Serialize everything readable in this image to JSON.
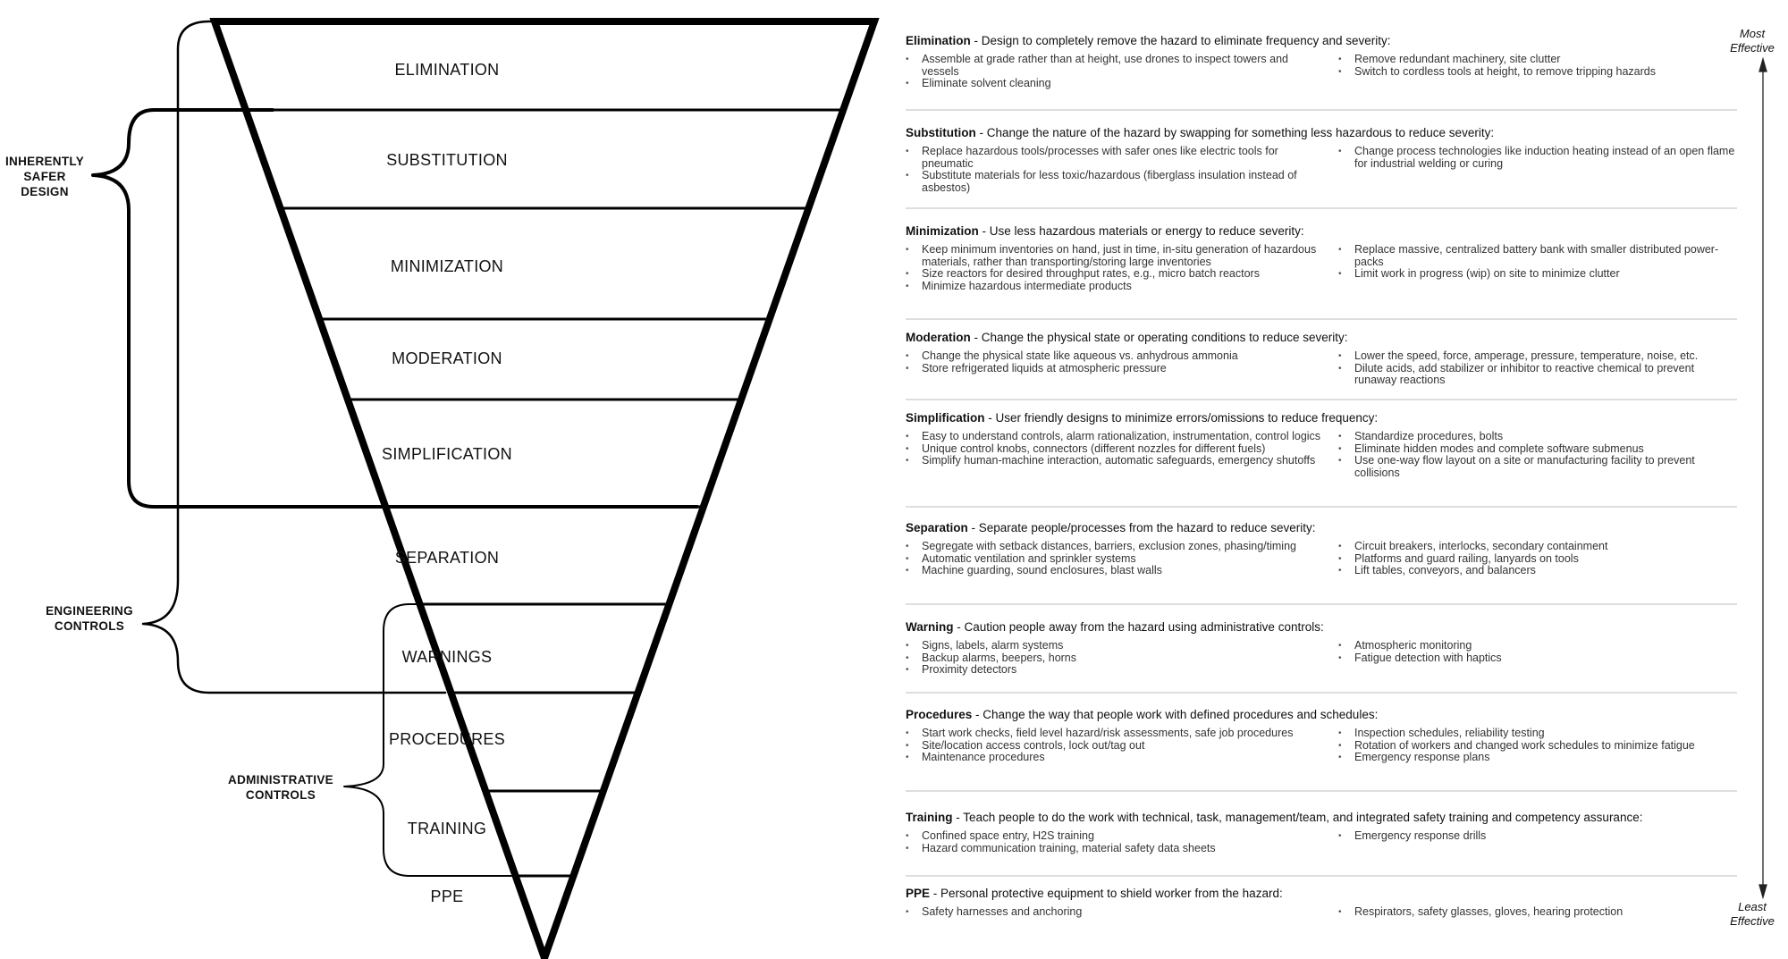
{
  "levels": [
    {
      "label": "ELIMINATION",
      "heading": "Elimination",
      "desc": " - Design to completely remove the hazard to eliminate frequency and severity:",
      "left": [
        "Assemble at grade rather than at height, use drones to inspect towers and vessels",
        "Eliminate solvent cleaning"
      ],
      "right": [
        "Remove redundant machinery, site clutter",
        "Switch to cordless tools at height, to remove tripping hazards"
      ]
    },
    {
      "label": "SUBSTITUTION",
      "heading": "Substitution",
      "desc": " - Change the nature of the hazard by swapping for something less hazardous to reduce severity:",
      "left": [
        "Replace hazardous tools/processes with safer ones like electric tools for pneumatic",
        "Substitute materials for less toxic/hazardous (fiberglass insulation instead of asbestos)"
      ],
      "right": [
        "Change process technologies like induction heating instead of an open flame for industrial welding or curing"
      ]
    },
    {
      "label": "MINIMIZATION",
      "heading": "Minimization",
      "desc": " - Use less hazardous materials or energy to reduce severity:",
      "left": [
        "Keep minimum inventories on hand, just in time, in-situ generation of hazardous materials, rather than transporting/storing large inventories",
        "Size reactors for desired throughput rates, e.g., micro batch reactors",
        "Minimize hazardous intermediate products"
      ],
      "right": [
        "Replace massive, centralized battery bank with smaller distributed power-packs",
        "Limit work in progress (wip) on site to minimize clutter"
      ]
    },
    {
      "label": "MODERATION",
      "heading": "Moderation",
      "desc": " - Change the physical state or operating conditions to reduce severity:",
      "left": [
        "Change the physical state like aqueous vs. anhydrous ammonia",
        "Store refrigerated liquids at atmospheric pressure"
      ],
      "right": [
        "Lower the speed, force, amperage, pressure, temperature, noise, etc.",
        "Dilute acids, add stabilizer or inhibitor to reactive chemical to prevent runaway reactions"
      ]
    },
    {
      "label": "SIMPLIFICATION",
      "heading": "Simplification",
      "desc": " - User friendly designs to minimize errors/omissions to reduce frequency:",
      "left": [
        "Easy to understand controls, alarm rationalization, instrumentation, control logics",
        "Unique control knobs, connectors (different nozzles for different fuels)",
        "Simplify human-machine interaction, automatic safeguards, emergency shutoffs"
      ],
      "right": [
        "Standardize procedures, bolts",
        "Eliminate hidden modes and complete software submenus",
        "Use one-way flow layout on a site or manufacturing facility to prevent collisions"
      ]
    },
    {
      "label": "SEPARATION",
      "heading": "Separation",
      "desc": " - Separate people/processes from the hazard to reduce severity:",
      "left": [
        "Segregate with setback distances, barriers, exclusion zones, phasing/timing",
        "Automatic ventilation and sprinkler systems",
        "Machine guarding, sound enclosures, blast walls"
      ],
      "right": [
        "Circuit breakers, interlocks, secondary containment",
        "Platforms and guard railing, lanyards on tools",
        "Lift tables, conveyors, and balancers"
      ]
    },
    {
      "label": "WARNINGS",
      "heading": "Warning",
      "desc": " - Caution people away from the hazard using administrative controls:",
      "left": [
        "Signs, labels, alarm systems",
        "Backup alarms, beepers, horns",
        "Proximity detectors"
      ],
      "right": [
        "Atmospheric monitoring",
        "Fatigue detection with haptics"
      ]
    },
    {
      "label": "PROCEDURES",
      "heading": "Procedures",
      "desc": " - Change the way that people work with defined procedures and schedules:",
      "left": [
        "Start work checks, field level hazard/risk assessments, safe job procedures",
        "Site/location access controls, lock out/tag out",
        "Maintenance procedures"
      ],
      "right": [
        "Inspection schedules, reliability testing",
        "Rotation of workers and changed work schedules to minimize fatigue",
        "Emergency response plans"
      ]
    },
    {
      "label": "TRAINING",
      "heading": "Training",
      "desc": " - Teach people to do the work with technical, task, management/team, and integrated safety training and competency assurance:",
      "left": [
        "Confined space entry, H2S training",
        "Hazard communication training, material safety data sheets"
      ],
      "right": [
        "Emergency response drills"
      ]
    },
    {
      "label": "PPE",
      "heading": "PPE",
      "desc": " - Personal protective equipment to shield worker from the hazard:",
      "left": [
        "Safety harnesses and anchoring"
      ],
      "right": [
        "Respirators, safety glasses, gloves, hearing protection"
      ]
    }
  ],
  "groups": {
    "inherent": [
      "INHERENTLY",
      "SAFER",
      "DESIGN"
    ],
    "engineering": [
      "ENGINEERING",
      "CONTROLS"
    ],
    "administrative": [
      "ADMINISTRATIVE",
      "CONTROLS"
    ]
  },
  "effectiveness": {
    "most": [
      "Most",
      "Effective"
    ],
    "least": [
      "Least",
      "Effective"
    ]
  }
}
